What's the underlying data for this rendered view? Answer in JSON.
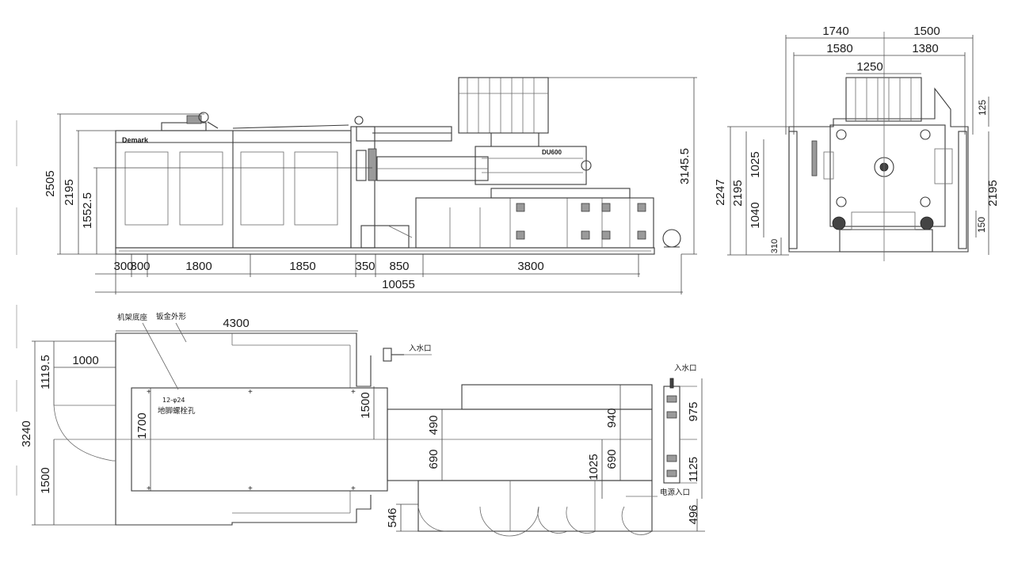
{
  "brand": "Demark",
  "model": "DU600",
  "side_view": {
    "heights": [
      "2505",
      "2195",
      "1552.5",
      "3145.5"
    ],
    "lengths": [
      "300",
      "300",
      "1800",
      "1850",
      "350",
      "850",
      "3800"
    ],
    "total_length": "10055"
  },
  "end_view": {
    "widths_top": [
      "1740",
      "1500"
    ],
    "widths_mid": [
      "1580",
      "1380"
    ],
    "width_inner": "1250",
    "left_heights": [
      "2247",
      "2195",
      "1025",
      "1040",
      "310"
    ],
    "right_heights": [
      "125",
      "2195",
      "150"
    ]
  },
  "plan_view": {
    "frame_base_label": "机架底座",
    "sheet_metal_label": "钣金外形",
    "anchor_holes_spec": "12-φ24",
    "anchor_holes_label": "地脚螺栓孔",
    "water_inlet_label_1": "入水口",
    "water_inlet_label_2": "入水口",
    "power_inlet_label": "电源入口",
    "dims": {
      "length_top": "4300",
      "d1000": "1000",
      "d1119": "1119.5",
      "d3240": "3240",
      "d1500_left": "1500",
      "d1700": "1700",
      "d1500_mid": "1500",
      "d490": "490",
      "d690_a": "690",
      "d940": "940",
      "d1025": "1025",
      "d690_b": "690",
      "d975": "975",
      "d1125": "1125",
      "d546": "546",
      "d496": "496"
    }
  }
}
